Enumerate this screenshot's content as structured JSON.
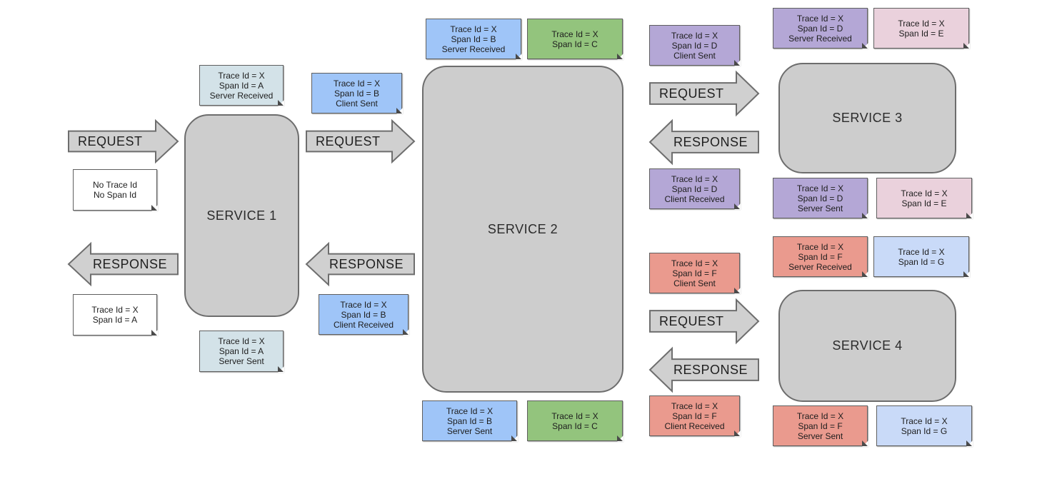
{
  "colors": {
    "service_fill": "#cdcdcd",
    "arrow_fill": "#d0d0d0",
    "arrow_stroke": "#6e6e6e",
    "note_white": "#ffffff",
    "note_gray_blue": "#d3e2e8",
    "note_blue": "#9fc5f8",
    "note_green": "#93c47d",
    "note_purple": "#b4a7d6",
    "note_pink": "#ead1dc",
    "note_red": "#ea9a8e",
    "note_light_blue": "#c9daf8"
  },
  "services": [
    {
      "id": "s1",
      "label": "SERVICE 1"
    },
    {
      "id": "s2",
      "label": "SERVICE 2"
    },
    {
      "id": "s3",
      "label": "SERVICE 3"
    },
    {
      "id": "s4",
      "label": "SERVICE 4"
    }
  ],
  "arrows": [
    {
      "id": "a1",
      "label": "REQUEST",
      "direction": "right"
    },
    {
      "id": "a2",
      "label": "RESPONSE",
      "direction": "left"
    },
    {
      "id": "a3",
      "label": "REQUEST",
      "direction": "right"
    },
    {
      "id": "a4",
      "label": "RESPONSE",
      "direction": "left"
    },
    {
      "id": "a5",
      "label": "REQUEST",
      "direction": "right"
    },
    {
      "id": "a6",
      "label": "RESPONSE",
      "direction": "left"
    },
    {
      "id": "a7",
      "label": "REQUEST",
      "direction": "right"
    },
    {
      "id": "a8",
      "label": "RESPONSE",
      "direction": "left"
    }
  ],
  "notes": [
    {
      "id": "n1",
      "color": "white",
      "lines": [
        "No Trace Id",
        "No Span Id"
      ]
    },
    {
      "id": "n2",
      "color": "white",
      "lines": [
        "Trace Id = X",
        "Span Id = A"
      ]
    },
    {
      "id": "n3",
      "color": "gray_blue",
      "lines": [
        "Trace Id = X",
        "Span Id = A",
        "Server Received"
      ]
    },
    {
      "id": "n4",
      "color": "gray_blue",
      "lines": [
        "Trace Id = X",
        "Span Id = A",
        "Server Sent"
      ]
    },
    {
      "id": "n5",
      "color": "blue",
      "lines": [
        "Trace Id = X",
        "Span Id = B",
        "Client Sent"
      ]
    },
    {
      "id": "n6",
      "color": "blue",
      "lines": [
        "Trace Id = X",
        "Span Id = B",
        "Client Received"
      ]
    },
    {
      "id": "n7",
      "color": "blue",
      "lines": [
        "Trace Id = X",
        "Span Id = B",
        "Server Received"
      ]
    },
    {
      "id": "n8",
      "color": "green",
      "lines": [
        "Trace Id = X",
        "Span Id = C"
      ]
    },
    {
      "id": "n9",
      "color": "blue",
      "lines": [
        "Trace Id = X",
        "Span Id = B",
        "Server Sent"
      ]
    },
    {
      "id": "n10",
      "color": "green",
      "lines": [
        "Trace Id = X",
        "Span Id = C"
      ]
    },
    {
      "id": "n11",
      "color": "purple",
      "lines": [
        "Trace Id = X",
        "Span Id = D",
        "Client Sent"
      ]
    },
    {
      "id": "n12",
      "color": "purple",
      "lines": [
        "Trace Id = X",
        "Span Id = D",
        "Client Received"
      ]
    },
    {
      "id": "n13",
      "color": "purple",
      "lines": [
        "Trace Id = X",
        "Span Id = D",
        "Server Received"
      ]
    },
    {
      "id": "n14",
      "color": "pink",
      "lines": [
        "Trace Id = X",
        "Span Id = E"
      ]
    },
    {
      "id": "n15",
      "color": "purple",
      "lines": [
        "Trace Id = X",
        "Span Id = D",
        "Server Sent"
      ]
    },
    {
      "id": "n16",
      "color": "pink",
      "lines": [
        "Trace Id = X",
        "Span Id = E"
      ]
    },
    {
      "id": "n17",
      "color": "red",
      "lines": [
        "Trace Id = X",
        "Span Id = F",
        "Client Sent"
      ]
    },
    {
      "id": "n18",
      "color": "red",
      "lines": [
        "Trace Id = X",
        "Span Id = F",
        "Client Received"
      ]
    },
    {
      "id": "n19",
      "color": "red",
      "lines": [
        "Trace Id = X",
        "Span Id = F",
        "Server Received"
      ]
    },
    {
      "id": "n20",
      "color": "light_blue",
      "lines": [
        "Trace Id = X",
        "Span Id = G"
      ]
    },
    {
      "id": "n21",
      "color": "red",
      "lines": [
        "Trace Id = X",
        "Span Id = F",
        "Server Sent"
      ]
    },
    {
      "id": "n22",
      "color": "light_blue",
      "lines": [
        "Trace Id = X",
        "Span Id = G"
      ]
    }
  ]
}
